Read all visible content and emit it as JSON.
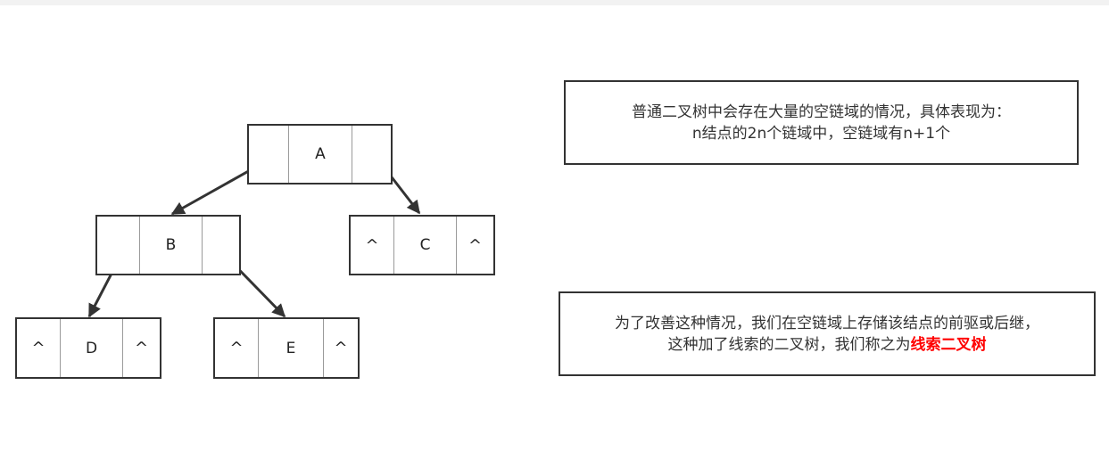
{
  "tree": {
    "nodes": [
      {
        "id": "A",
        "left": "",
        "label": "A",
        "right": ""
      },
      {
        "id": "B",
        "left": "",
        "label": "B",
        "right": ""
      },
      {
        "id": "C",
        "left": "^",
        "label": "C",
        "right": "^"
      },
      {
        "id": "D",
        "left": "^",
        "label": "D",
        "right": "^"
      },
      {
        "id": "E",
        "left": "^",
        "label": "E",
        "right": "^"
      }
    ],
    "edges": [
      {
        "from": "A",
        "side": "left",
        "to": "B"
      },
      {
        "from": "A",
        "side": "right",
        "to": "C"
      },
      {
        "from": "B",
        "side": "left",
        "to": "D"
      },
      {
        "from": "B",
        "side": "right",
        "to": "E"
      }
    ]
  },
  "notes": {
    "note1": {
      "line1": "普通二叉树中会存在大量的空链域的情况，具体表现为：",
      "line2": "n结点的2n个链域中，空链域有n+1个"
    },
    "note2": {
      "line1": "为了改善这种情况，我们在空链域上存储该结点的前驱或后继，",
      "line2_prefix": "这种加了线索的二叉树，我们称之为",
      "line2_highlight": "线索二叉树"
    }
  },
  "colors": {
    "stroke": "#333333",
    "highlight": "#ff0000"
  }
}
